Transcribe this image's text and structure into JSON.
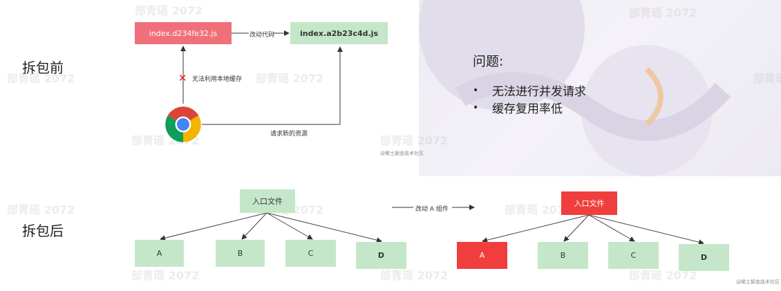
{
  "labels": {
    "before": "拆包前",
    "after": "拆包后"
  },
  "before": {
    "old_file": "index.d234fe32.js",
    "new_file": "index.a2b23c4d.js",
    "change_code": "改动代码",
    "no_cache": "无法利用本地缓存",
    "request_new": "请求新的资源"
  },
  "issues": {
    "title": "问题:",
    "items": [
      "无法进行并发请求",
      "缓存复用率低"
    ]
  },
  "after": {
    "entry_left": "入口文件",
    "entry_right": "入口文件",
    "change_component": "改动 A 组件",
    "left_nodes": [
      "A",
      "B",
      "C",
      "D"
    ],
    "right_nodes": [
      "A",
      "B",
      "C",
      "D"
    ]
  },
  "watermark": "部青瑶 2072",
  "credit": "@稀土掘金技术社区",
  "colors": {
    "red_box": "#f0707a",
    "green_box": "#c5e7c9",
    "bright_red": "#f03e3e"
  }
}
